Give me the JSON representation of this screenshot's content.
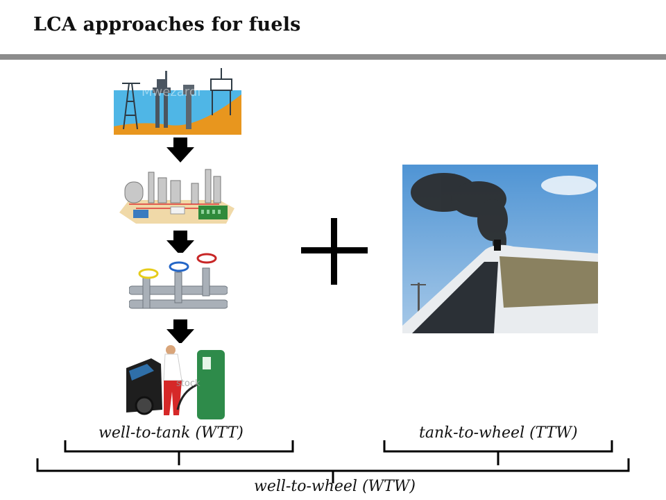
{
  "slide": {
    "title": "LCA approaches for fuels"
  },
  "labels": {
    "wtt": "well-to-tank (WTT)",
    "ttw": "tank-to-wheel (TTW)",
    "wtw": "well-to-wheel (WTW)"
  },
  "images": {
    "offshore_watermark": "Mwezardi",
    "fuel_watermark": "stock"
  },
  "colors": {
    "rule": "#8c8c8c",
    "sea": "#3aaee0",
    "seabed": "#e8961e",
    "sky": "#5fa3d8",
    "arrow": "#000000"
  }
}
